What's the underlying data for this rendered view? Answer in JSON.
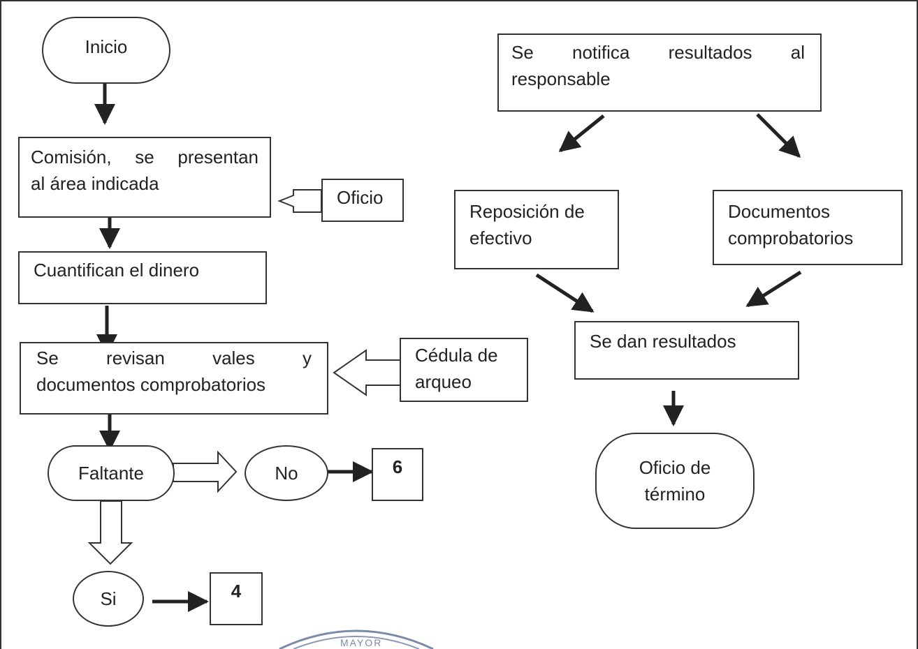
{
  "nodes": {
    "inicio": "Inicio",
    "comision": {
      "l1": "Comisión, se presentan",
      "l2": "al área indicada"
    },
    "oficio": "Oficio",
    "cuantifican": "Cuantifican el dinero",
    "revisan": {
      "l1": "Se revisan vales y",
      "l2": "documentos comprobatorios"
    },
    "cedula": {
      "l1": "Cédula de",
      "l2": "arqueo"
    },
    "faltante": "Faltante",
    "no": "No",
    "box6": "6",
    "si": "Si",
    "box4": "4",
    "notifica": {
      "l1": "Se notifica resultados al",
      "l2": "responsable"
    },
    "reposicion": {
      "l1": "Reposición de",
      "l2": "efectivo"
    },
    "documentos": {
      "l1": "Documentos",
      "l2": "comprobatorios"
    },
    "resultados": "Se dan resultados",
    "oficio_termino": {
      "l1": "Oficio de",
      "l2": "término"
    }
  },
  "seal_text": "MAYOR",
  "colors": {
    "line": "#333333",
    "text": "#222222",
    "background": "#ffffff"
  }
}
